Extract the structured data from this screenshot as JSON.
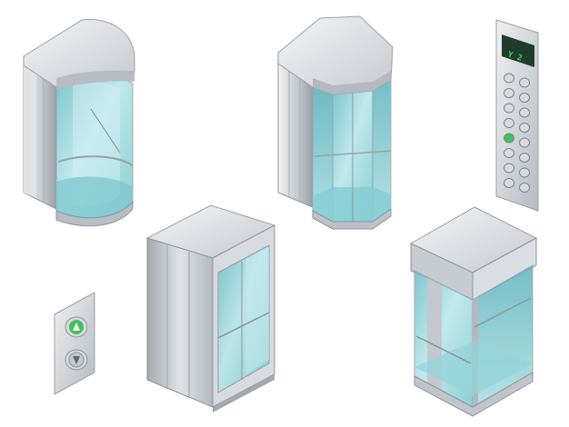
{
  "illustration": {
    "subject": "isometric-glass-elevators",
    "objects": [
      {
        "id": "round-glass-cabin",
        "kind": "elevator-cabin"
      },
      {
        "id": "octagonal-glass-cabin",
        "kind": "elevator-cabin"
      },
      {
        "id": "square-panoramic-cabin",
        "kind": "elevator-cabin"
      },
      {
        "id": "boxed-cabin-open-door",
        "kind": "elevator-cabin"
      },
      {
        "id": "floor-keypad-panel",
        "kind": "control-panel"
      },
      {
        "id": "call-button-panel",
        "kind": "control-panel"
      }
    ]
  },
  "keypad": {
    "display": "Y 2",
    "button_rows": 8,
    "button_cols": 2
  },
  "call_panel": {
    "up_icon": "up-arrow-icon",
    "down_icon": "down-arrow-icon"
  },
  "colors": {
    "metal_light": "#e3e6ea",
    "metal_mid": "#c2c7cd",
    "metal_dark": "#8e959c",
    "glass": "#8fd0d6",
    "glass_light": "#c7ecef",
    "display_bg": "#1f3d2a",
    "display_text": "#39d353",
    "button_active": "#42c15b"
  }
}
